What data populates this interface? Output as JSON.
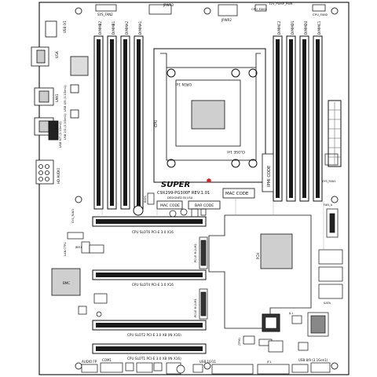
{
  "board": {
    "brand": "SUPER",
    "model": "C9X299-PG300F REV:1.01",
    "designed_in": "DESIGNED IN USA",
    "mac_code_1": "MAC CODE",
    "mac_code_2": "MAC CODE",
    "bar_code": "BAR CODE",
    "ipmi_code": "IPMI CODE"
  },
  "labels": {
    "sys_fan2": "SYS_FAN2",
    "jpwr3": "JPWR3",
    "jpwr2": "JPWR2",
    "pump_pwr": "12V_PUMP_PWR",
    "cpu_fan1": "CPU_FAN1",
    "cpu_fan2": "CPU_FAN2",
    "dimm_b2": "DIMMB2",
    "dimm_b1": "DIMMB1",
    "dimm_a2": "DIMMA2",
    "dimm_a1": "DIMMA1",
    "dimm_c2": "DIMMC2",
    "dimm_d1": "DIMMD1",
    "dimm_d2": "DIMMD2",
    "dimm_c1": "DIMMC1",
    "usb_01": "USB 0/1",
    "vga": "VGA",
    "lan1": "LAN1",
    "lan2": "LAN2",
    "usb_23": "USB 2/3 (3.1Gen1)",
    "usb_45": "USB 4/5 (3.1Gen1)",
    "usb_67": "USB 6/7 (3.1Gen2)",
    "hd_audio": "HD AUDIO",
    "open": "OPEN 1st",
    "close": "CLOSE 1st",
    "cpu": "CPU",
    "bios": "BIOS",
    "sys_fan3": "SYS_FAN3",
    "sys_fan1": "SYS_FAN1",
    "fan_a": "FAN_A",
    "lan_ctrl": "LAN CTRL",
    "jbr1": "JBR1",
    "bmc": "BMC",
    "slot6": "CPU SLOT6 PCI-E 3.0 X16",
    "slot4": "CPU SLOT4 PCI-E 3.0 X16",
    "slot2": "CPU SLOT2 PCI-E 3.0 X8 (IN X16)",
    "slot1": "CPU SLOT1 PCI-E 3.0 X8 (IN X16)",
    "m2_m2": "PCI-E M.2-M2",
    "m2_m1": "PCI-E M.2-M1",
    "pch": "PCH",
    "audio_fp": "AUDIO FP",
    "com1": "COM1",
    "usb_1011": "USB 10/11",
    "usb_89": "USB 8/9 (3.1Gen1)",
    "jtpm1": "JTPM1",
    "jl1": "JL1",
    "jsd1": "JSD1",
    "jf1": "JF1",
    "jwd1": "JWD1",
    "jsata": "SATA"
  }
}
